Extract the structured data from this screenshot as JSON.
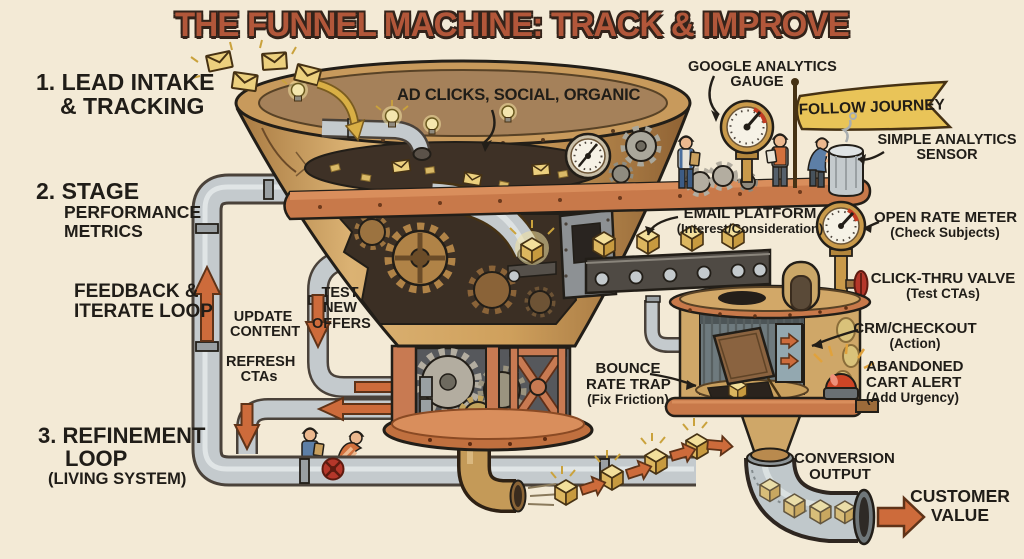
{
  "title": "THE FUNNEL MACHINE: TRACK & IMPROVE",
  "colors": {
    "background": "#f3ead6",
    "title": "#b2573a",
    "ink": "#221e18",
    "copper": "#c8794a",
    "pipe_grey": "#c4cacd",
    "funnel_tan": "#cfa768",
    "gold": "#e9cd79",
    "arrow_orange": "#cd6b3b",
    "banner_yellow": "#e9c458",
    "alarm_red": "#cd4526"
  },
  "labels": {
    "lead_intake": {
      "l1": "1. LEAD INTAKE",
      "l2": "& TRACKING"
    },
    "stage": {
      "l1": "2. STAGE",
      "l2": "PERFORMANCE",
      "l3": "METRICS"
    },
    "feedback": {
      "l1": "FEEDBACK &",
      "l2": "ITERATE LOOP"
    },
    "refinement": {
      "l1": "3. REFINEMENT",
      "l2": "LOOP",
      "l3": "(LIVING SYSTEM)"
    },
    "update_content": {
      "l1": "UPDATE",
      "l2": "CONTENT"
    },
    "test_offers": {
      "l1": "TEST",
      "l2": "NEW",
      "l3": "OFFERS"
    },
    "refresh_ctas": {
      "l1": "REFRESH",
      "l2": "CTAs"
    },
    "ad_clicks": "AD CLICKS, SOCIAL, ORGANIC",
    "google_gauge": {
      "l1": "GOOGLE ANALYTICS",
      "l2": "GAUGE"
    },
    "follow_journey": "FOLLOW JOURNEY",
    "simple_sensor": {
      "l1": "SIMPLE ANALYTICS",
      "l2": "SENSOR"
    },
    "email_platform": {
      "l1": "EMAIL PLATFORM",
      "l2": "(Interest/Consideration)"
    },
    "open_rate": {
      "l1": "OPEN RATE METER",
      "l2": "(Check Subjects)"
    },
    "click_thru": {
      "l1": "CLICK-THRU VALVE",
      "l2": "(Test CTAs)"
    },
    "crm": {
      "l1": "CRM/CHECKOUT",
      "l2": "(Action)"
    },
    "abandoned": {
      "l1": "ABANDONED",
      "l2": "CART ALERT",
      "l3": "(Add Urgency)"
    },
    "bounce": {
      "l1": "BOUNCE",
      "l2": "RATE TRAP",
      "l3": "(Fix Friction)"
    },
    "conversion": {
      "l1": "CONVERSION",
      "l2": "OUTPUT"
    },
    "customer_value": {
      "l1": "CUSTOMER",
      "l2": "VALUE"
    }
  }
}
